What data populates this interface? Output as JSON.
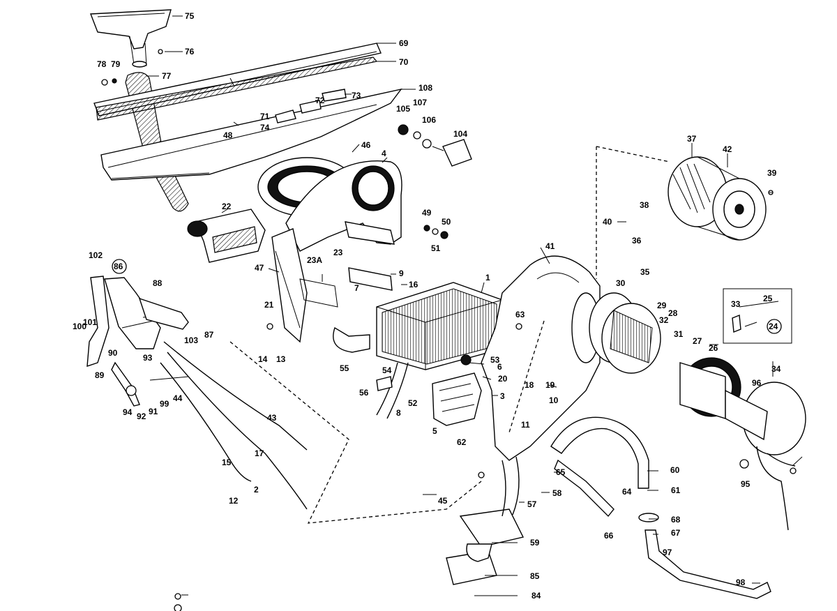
{
  "diagram": {
    "kind": "exploded parts diagram",
    "ink_color": "#000000",
    "paper_color": "#ffffff",
    "callouts": [
      "75",
      "76",
      "78",
      "79",
      "77",
      "69",
      "70",
      "108",
      "73",
      "72",
      "71",
      "74",
      "48",
      "105",
      "107",
      "106",
      "104",
      "46",
      "4",
      "22",
      "49",
      "50",
      "51",
      "102",
      "86",
      "88",
      "47",
      "23A",
      "23",
      "9",
      "16",
      "21",
      "7",
      "1",
      "41",
      "37",
      "42",
      "39",
      "40",
      "38",
      "36",
      "35",
      "30",
      "29",
      "28",
      "32",
      "31",
      "27",
      "26",
      "25",
      "33",
      "24",
      "34",
      "96",
      "95",
      "100",
      "101",
      "103",
      "87",
      "90",
      "93",
      "89",
      "94",
      "92",
      "91",
      "99",
      "44",
      "43",
      "14",
      "13",
      "55",
      "56",
      "54",
      "8",
      "52",
      "53",
      "6",
      "20",
      "3",
      "18",
      "19",
      "10",
      "11",
      "5",
      "62",
      "63",
      "60",
      "61",
      "64",
      "66",
      "68",
      "67",
      "97",
      "98",
      "17",
      "15",
      "12",
      "2",
      "45",
      "65",
      "58",
      "57",
      "59",
      "85",
      "84"
    ],
    "circled_callouts": [
      "86",
      "24"
    ]
  }
}
